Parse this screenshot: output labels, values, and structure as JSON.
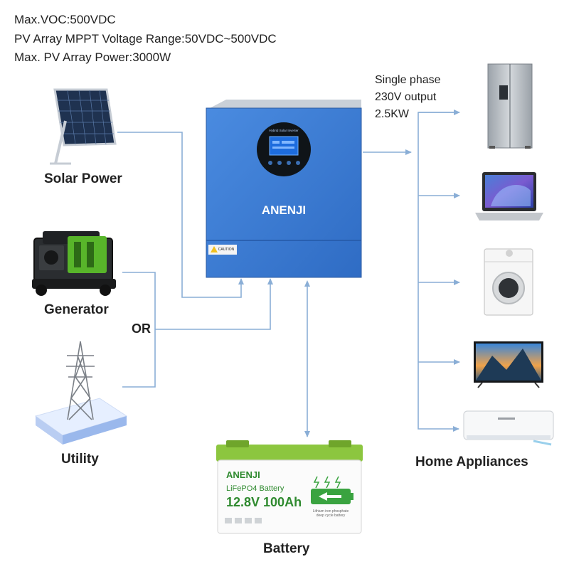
{
  "specs": [
    "Max.VOC:500VDC",
    "PV Array MPPT Voltage Range:50VDC~500VDC",
    "Max. PV Array Power:3000W"
  ],
  "sources": {
    "solar": "Solar Power",
    "generator": "Generator",
    "or": "OR",
    "utility": "Utility"
  },
  "inverter": {
    "brand": "ANENJI",
    "screen_title": "Hybrid Solar Inverter",
    "caution": "CAUTION"
  },
  "output": {
    "line1": "Single phase",
    "line2": "230V output",
    "line3": "2.5KW"
  },
  "appliances_label": "Home Appliances",
  "battery": {
    "label": "Battery",
    "brand": "ANENJI",
    "type": "LiFePO4 Battery",
    "rating": "12.8V 100Ah",
    "note1": "Lithium iron phosphate",
    "note2": "deep cycle battery"
  },
  "colors": {
    "line": "#8aaed6",
    "inverter": "#3b7ad0",
    "battery_top": "#8cc63f",
    "brand_green": "#2f8a2f"
  }
}
